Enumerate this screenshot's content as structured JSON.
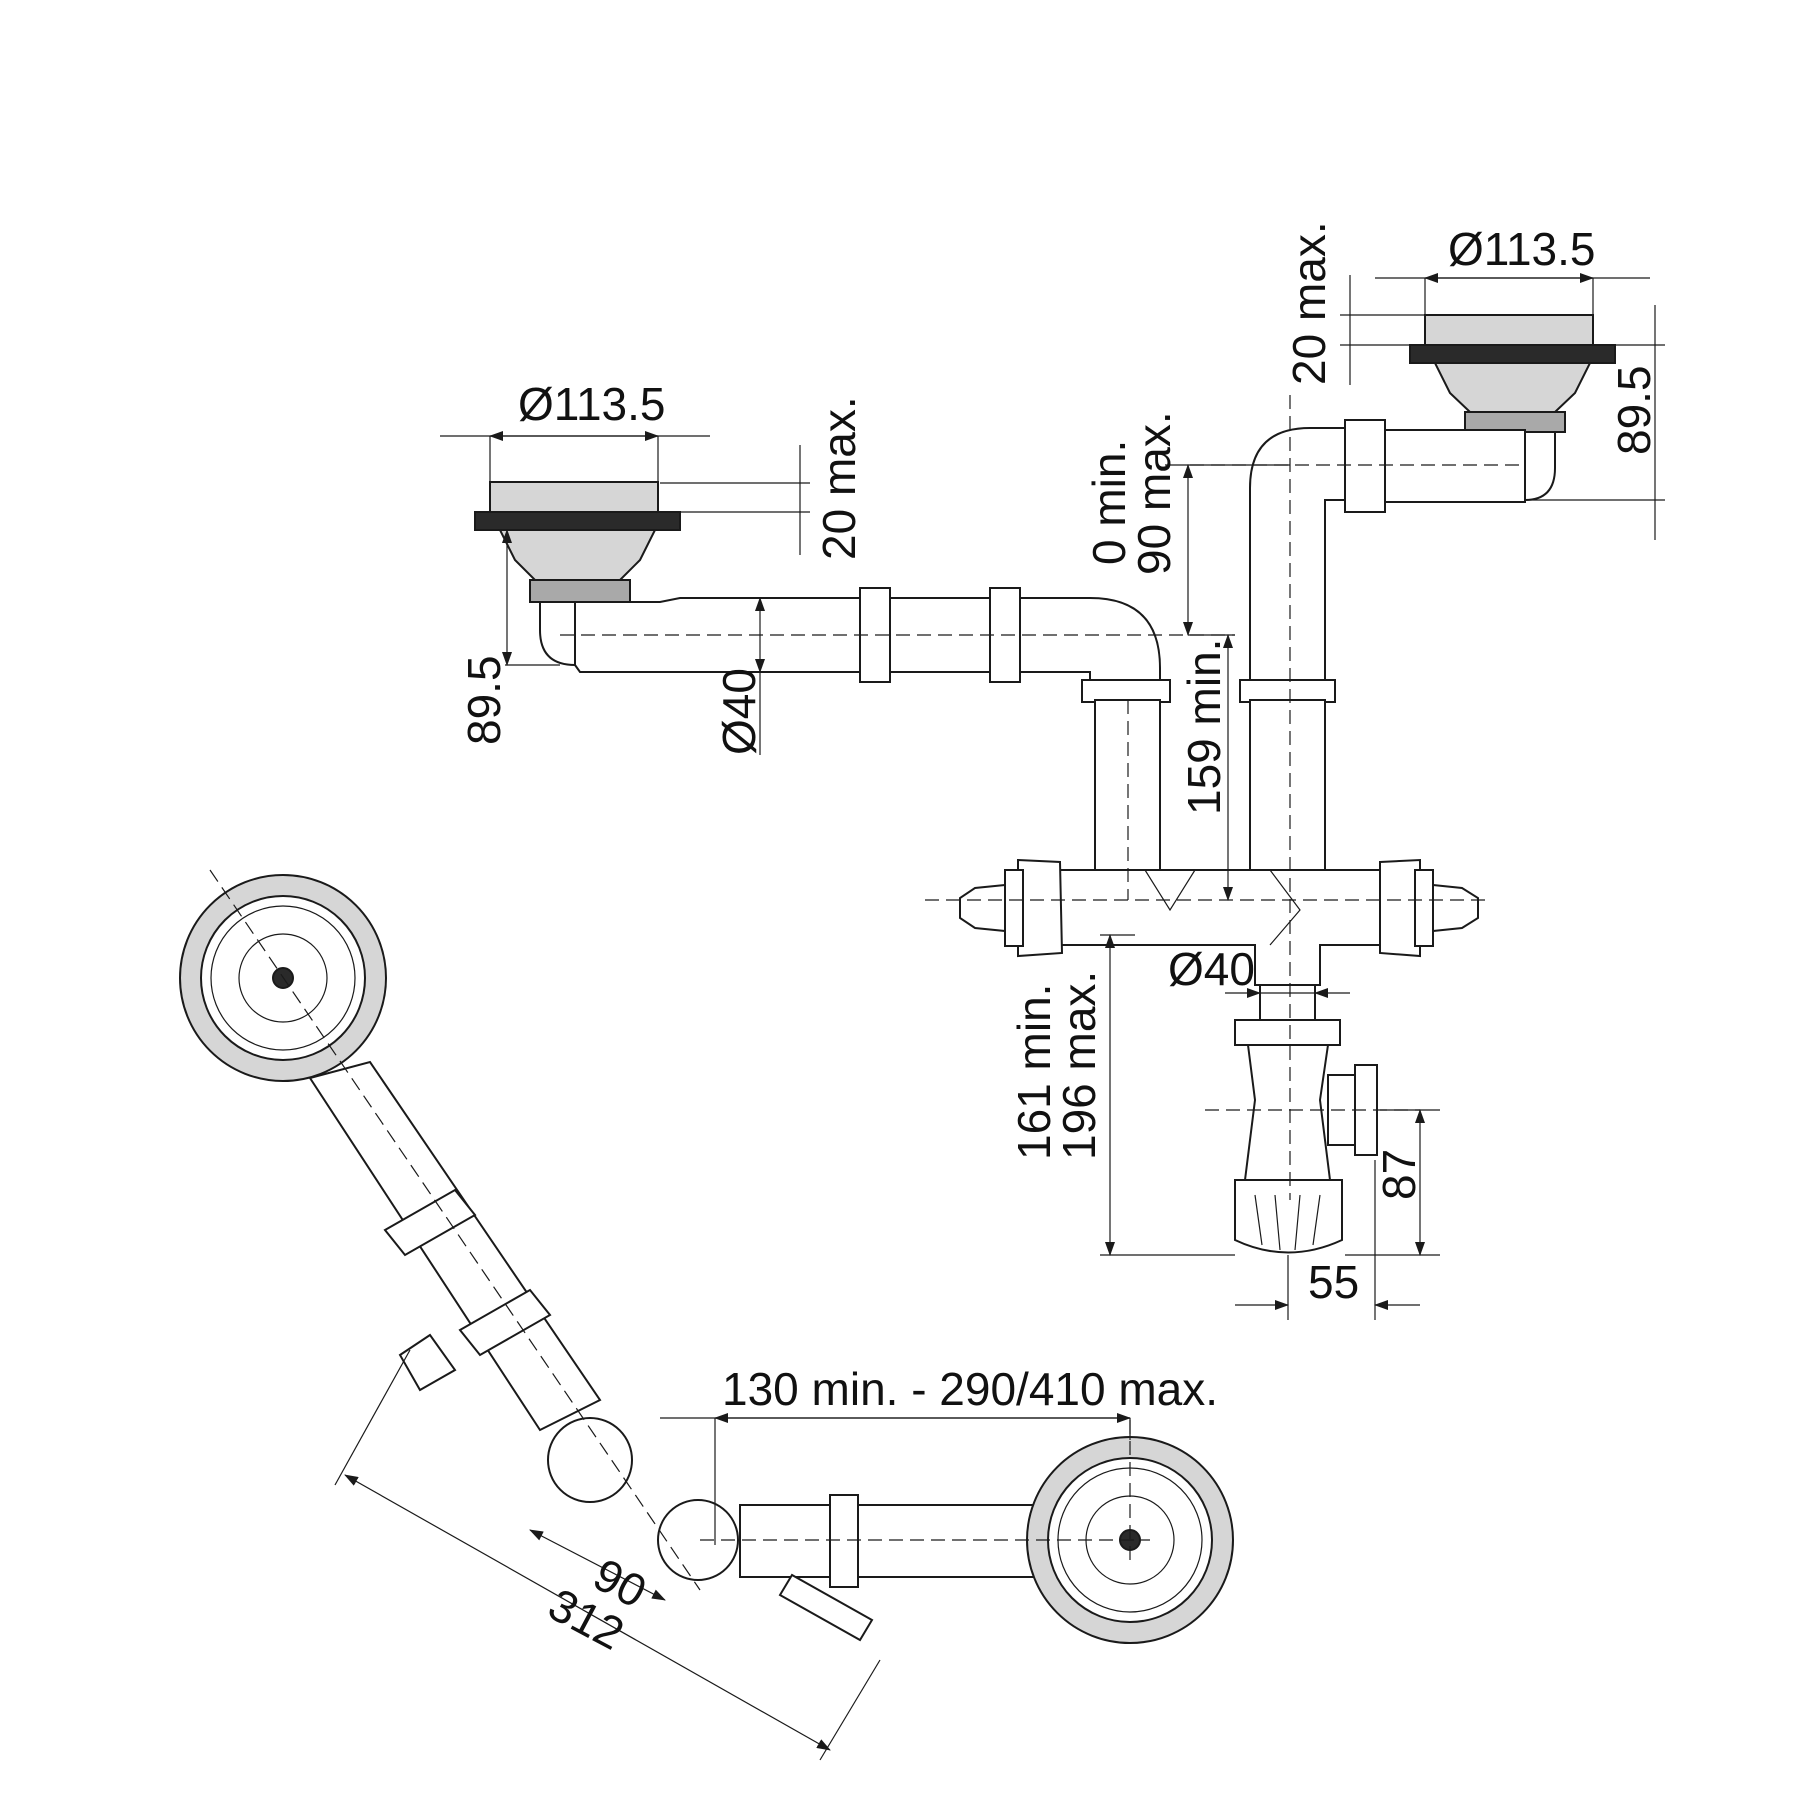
{
  "dimensions": {
    "left_basket_diameter": "Ø113.5",
    "left_flange_height": "20 max.",
    "left_outlet_height": "89.5",
    "left_pipe_diameter": "Ø40",
    "vertical_offset_min": "0 min.",
    "vertical_offset_max": "90 max.",
    "right_basket_diameter": "Ø113.5",
    "right_flange_height": "20 max.",
    "right_outlet_height": "89.5",
    "riser_length_min": "159 min.",
    "trap_inlet_diameter": "Ø40",
    "trap_height_min": "161 min.",
    "trap_height_max": "196 max.",
    "trap_outlet_height": "87",
    "trap_outlet_offset": "55",
    "span_range": "130 min. - 290/410 max.",
    "plan_offset_90": "90",
    "plan_length_312": "312"
  }
}
